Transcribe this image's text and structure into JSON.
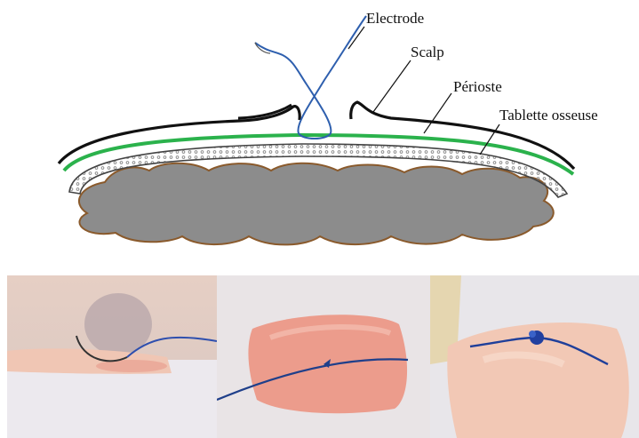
{
  "diagram": {
    "labels": {
      "electrode": "Electrode",
      "scalp": "Scalp",
      "periosteum": "Périoste",
      "bone": "Tablette osseuse"
    },
    "colors": {
      "electrode_wire": "#2e5fae",
      "scalp": "#111111",
      "periosteum": "#2bb24c",
      "bone_outline": "#444444",
      "brain_fill": "#8c8c8c",
      "brain_outline": "#8a5a2c"
    }
  },
  "photos": [
    {
      "name": "photo-needle-insertion",
      "icon": "curved-needle-in-tissue"
    },
    {
      "name": "photo-electrode-threaded",
      "icon": "wire-through-tissue"
    },
    {
      "name": "photo-electrode-knotted",
      "icon": "knotted-wire-on-tissue"
    }
  ]
}
